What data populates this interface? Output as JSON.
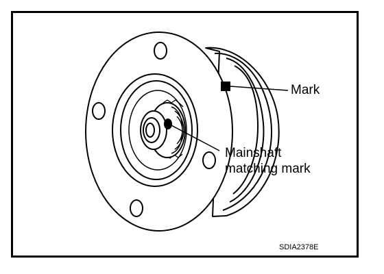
{
  "labels": {
    "mark": "Mark",
    "mainshaft_line1": "Mainshaft",
    "mainshaft_line2": "matching mark"
  },
  "figure_code": "SDIA2378E",
  "colors": {
    "ink": "#000000",
    "paper": "#ffffff"
  }
}
